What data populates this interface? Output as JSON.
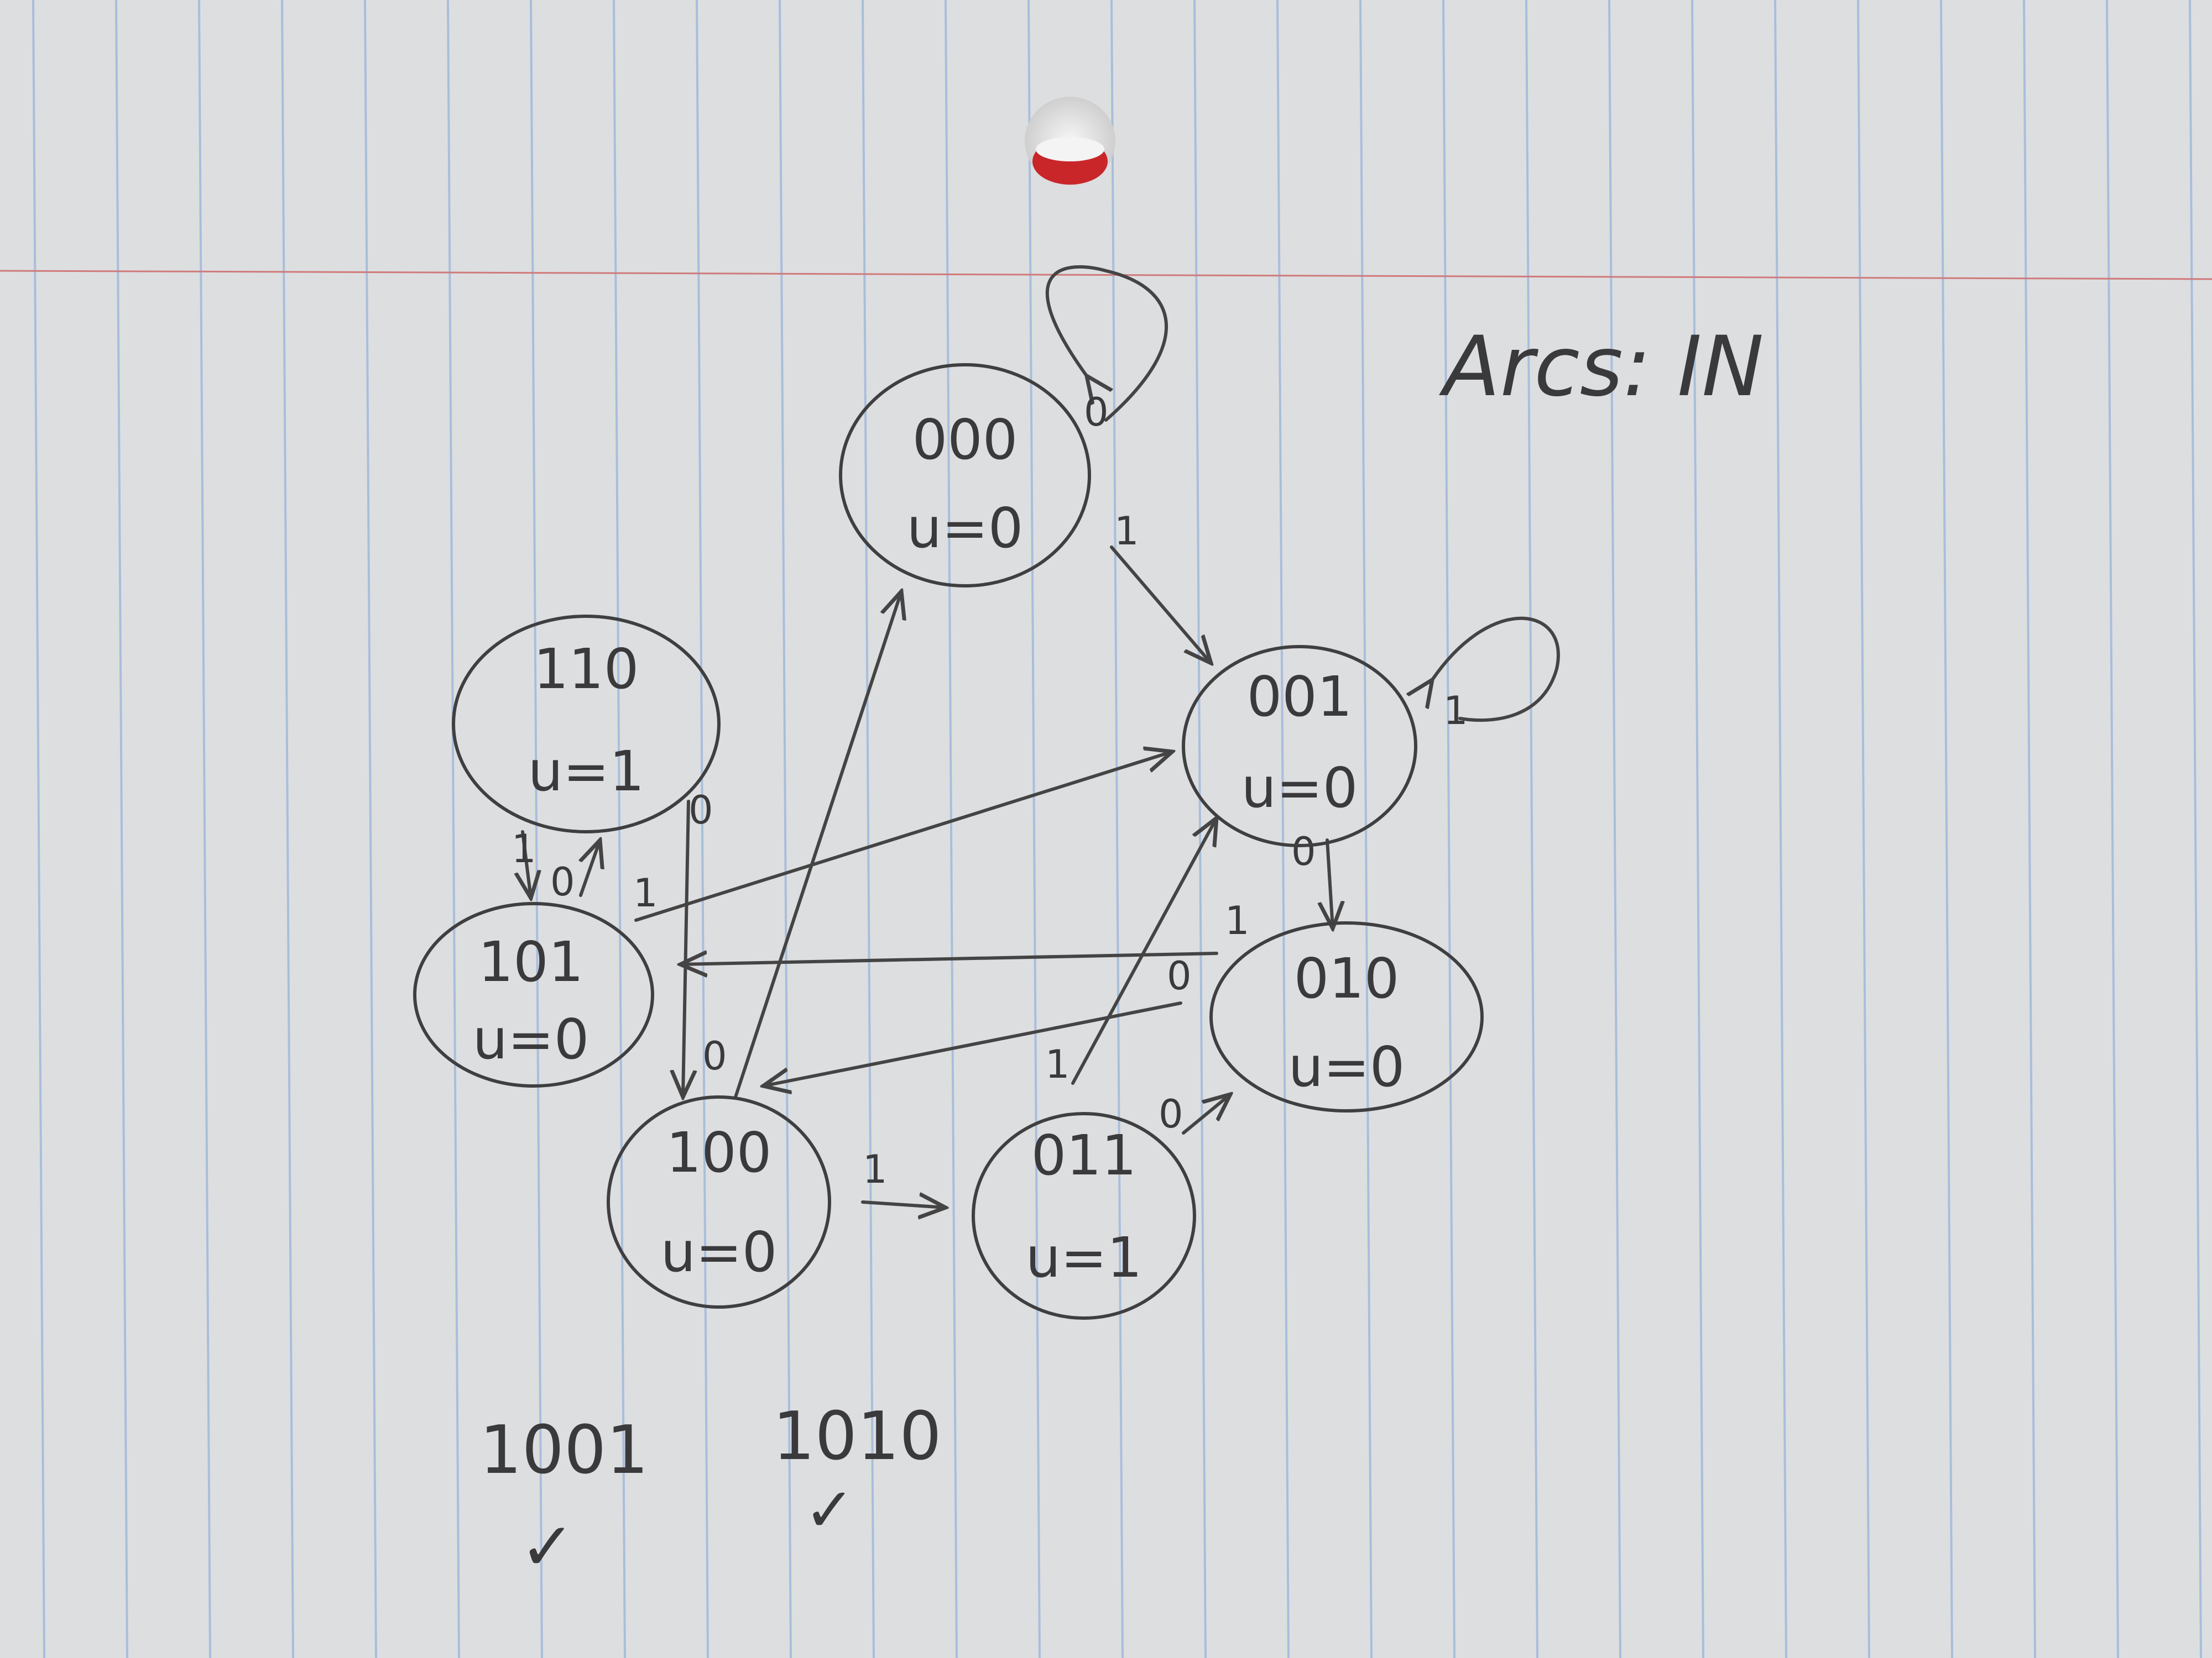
{
  "annotation": "Arcs: IN",
  "states": [
    {
      "id": "s000",
      "code": "000",
      "output": "u=0"
    },
    {
      "id": "s001",
      "code": "001",
      "output": "u=0"
    },
    {
      "id": "s010",
      "code": "010",
      "output": "u=0"
    },
    {
      "id": "s011",
      "code": "011",
      "output": "u=1"
    },
    {
      "id": "s100",
      "code": "100",
      "output": "u=0"
    },
    {
      "id": "s101",
      "code": "101",
      "output": "u=0"
    },
    {
      "id": "s110",
      "code": "110",
      "output": "u=1"
    }
  ],
  "transitions": [
    {
      "from": "000",
      "to": "000",
      "label": "0"
    },
    {
      "from": "000",
      "to": "001",
      "label": "1"
    },
    {
      "from": "001",
      "to": "001",
      "label": "1"
    },
    {
      "from": "001",
      "to": "010",
      "label": "0"
    },
    {
      "from": "010",
      "to": "101",
      "label": "1"
    },
    {
      "from": "010",
      "to": "100",
      "label": "0"
    },
    {
      "from": "011",
      "to": "010",
      "label": "0"
    },
    {
      "from": "011",
      "to": "001",
      "label": "1"
    },
    {
      "from": "100",
      "to": "000",
      "label": "0"
    },
    {
      "from": "100",
      "to": "011",
      "label": "1"
    },
    {
      "from": "101",
      "to": "001",
      "label": "1"
    },
    {
      "from": "101",
      "to": "110",
      "label": "0"
    },
    {
      "from": "110",
      "to": "101",
      "label": "1"
    },
    {
      "from": "110",
      "to": "100",
      "label": "0"
    }
  ],
  "test_sequences": [
    {
      "value": "1001",
      "check": "✓"
    },
    {
      "value": "1010",
      "check": "✓"
    }
  ]
}
